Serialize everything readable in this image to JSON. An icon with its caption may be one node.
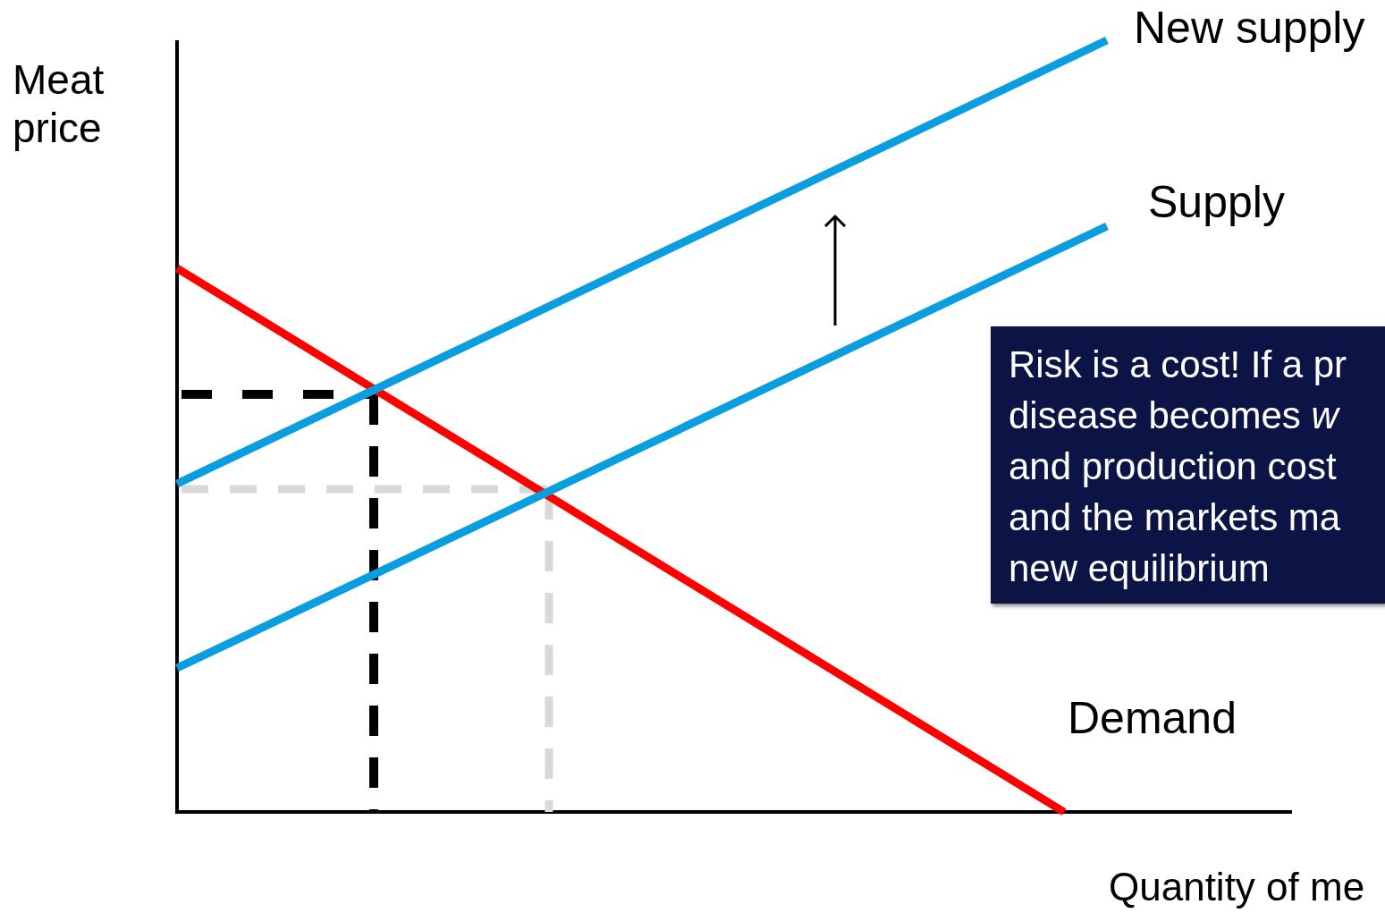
{
  "diagram": {
    "nodes": [
      {
        "text": [
          "Risk is a cost! If a pr",
          "disease becomes *w*",
          "and production cost",
          "and the markets ma",
          "new equilibrium"
        ]
      }
    ],
    "labels": [
      "New supply",
      "Meat price",
      "Supply",
      "Demand",
      "Quantity of me"
    ]
  }
}
